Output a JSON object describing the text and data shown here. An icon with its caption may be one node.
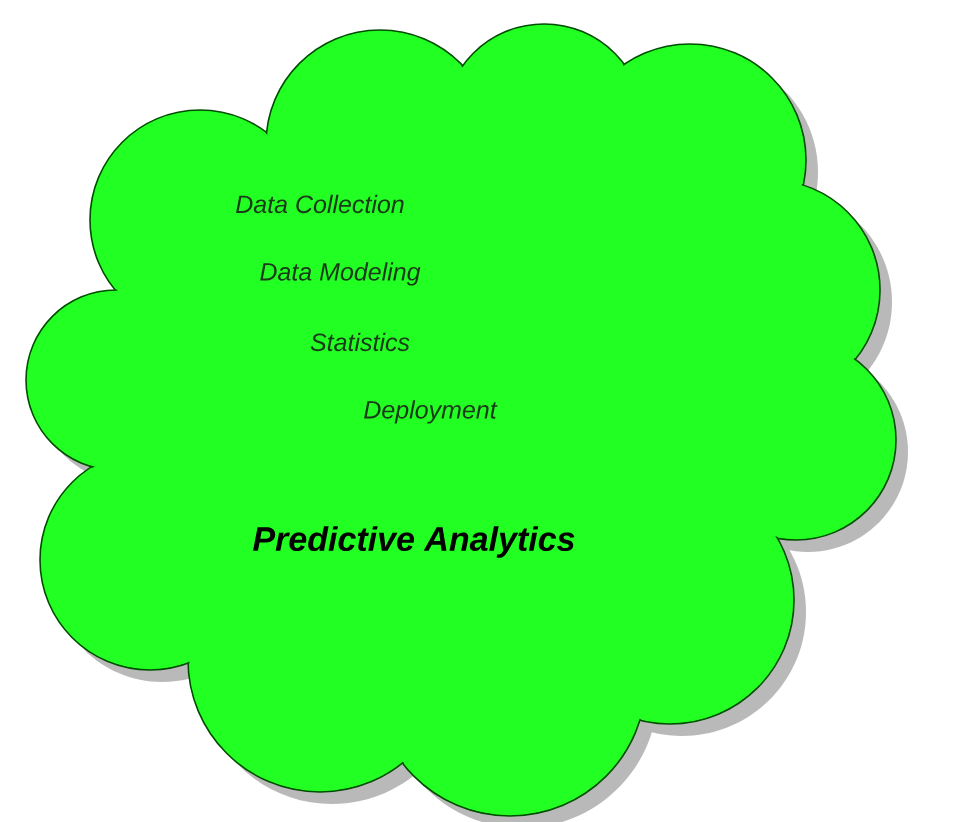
{
  "diagram": {
    "nodes": [
      {
        "text": [
          "Data Collection",
          "Data Modeling",
          "Statistics",
          "Deployment",
          "Predictive Analytics"
        ]
      }
    ]
  }
}
